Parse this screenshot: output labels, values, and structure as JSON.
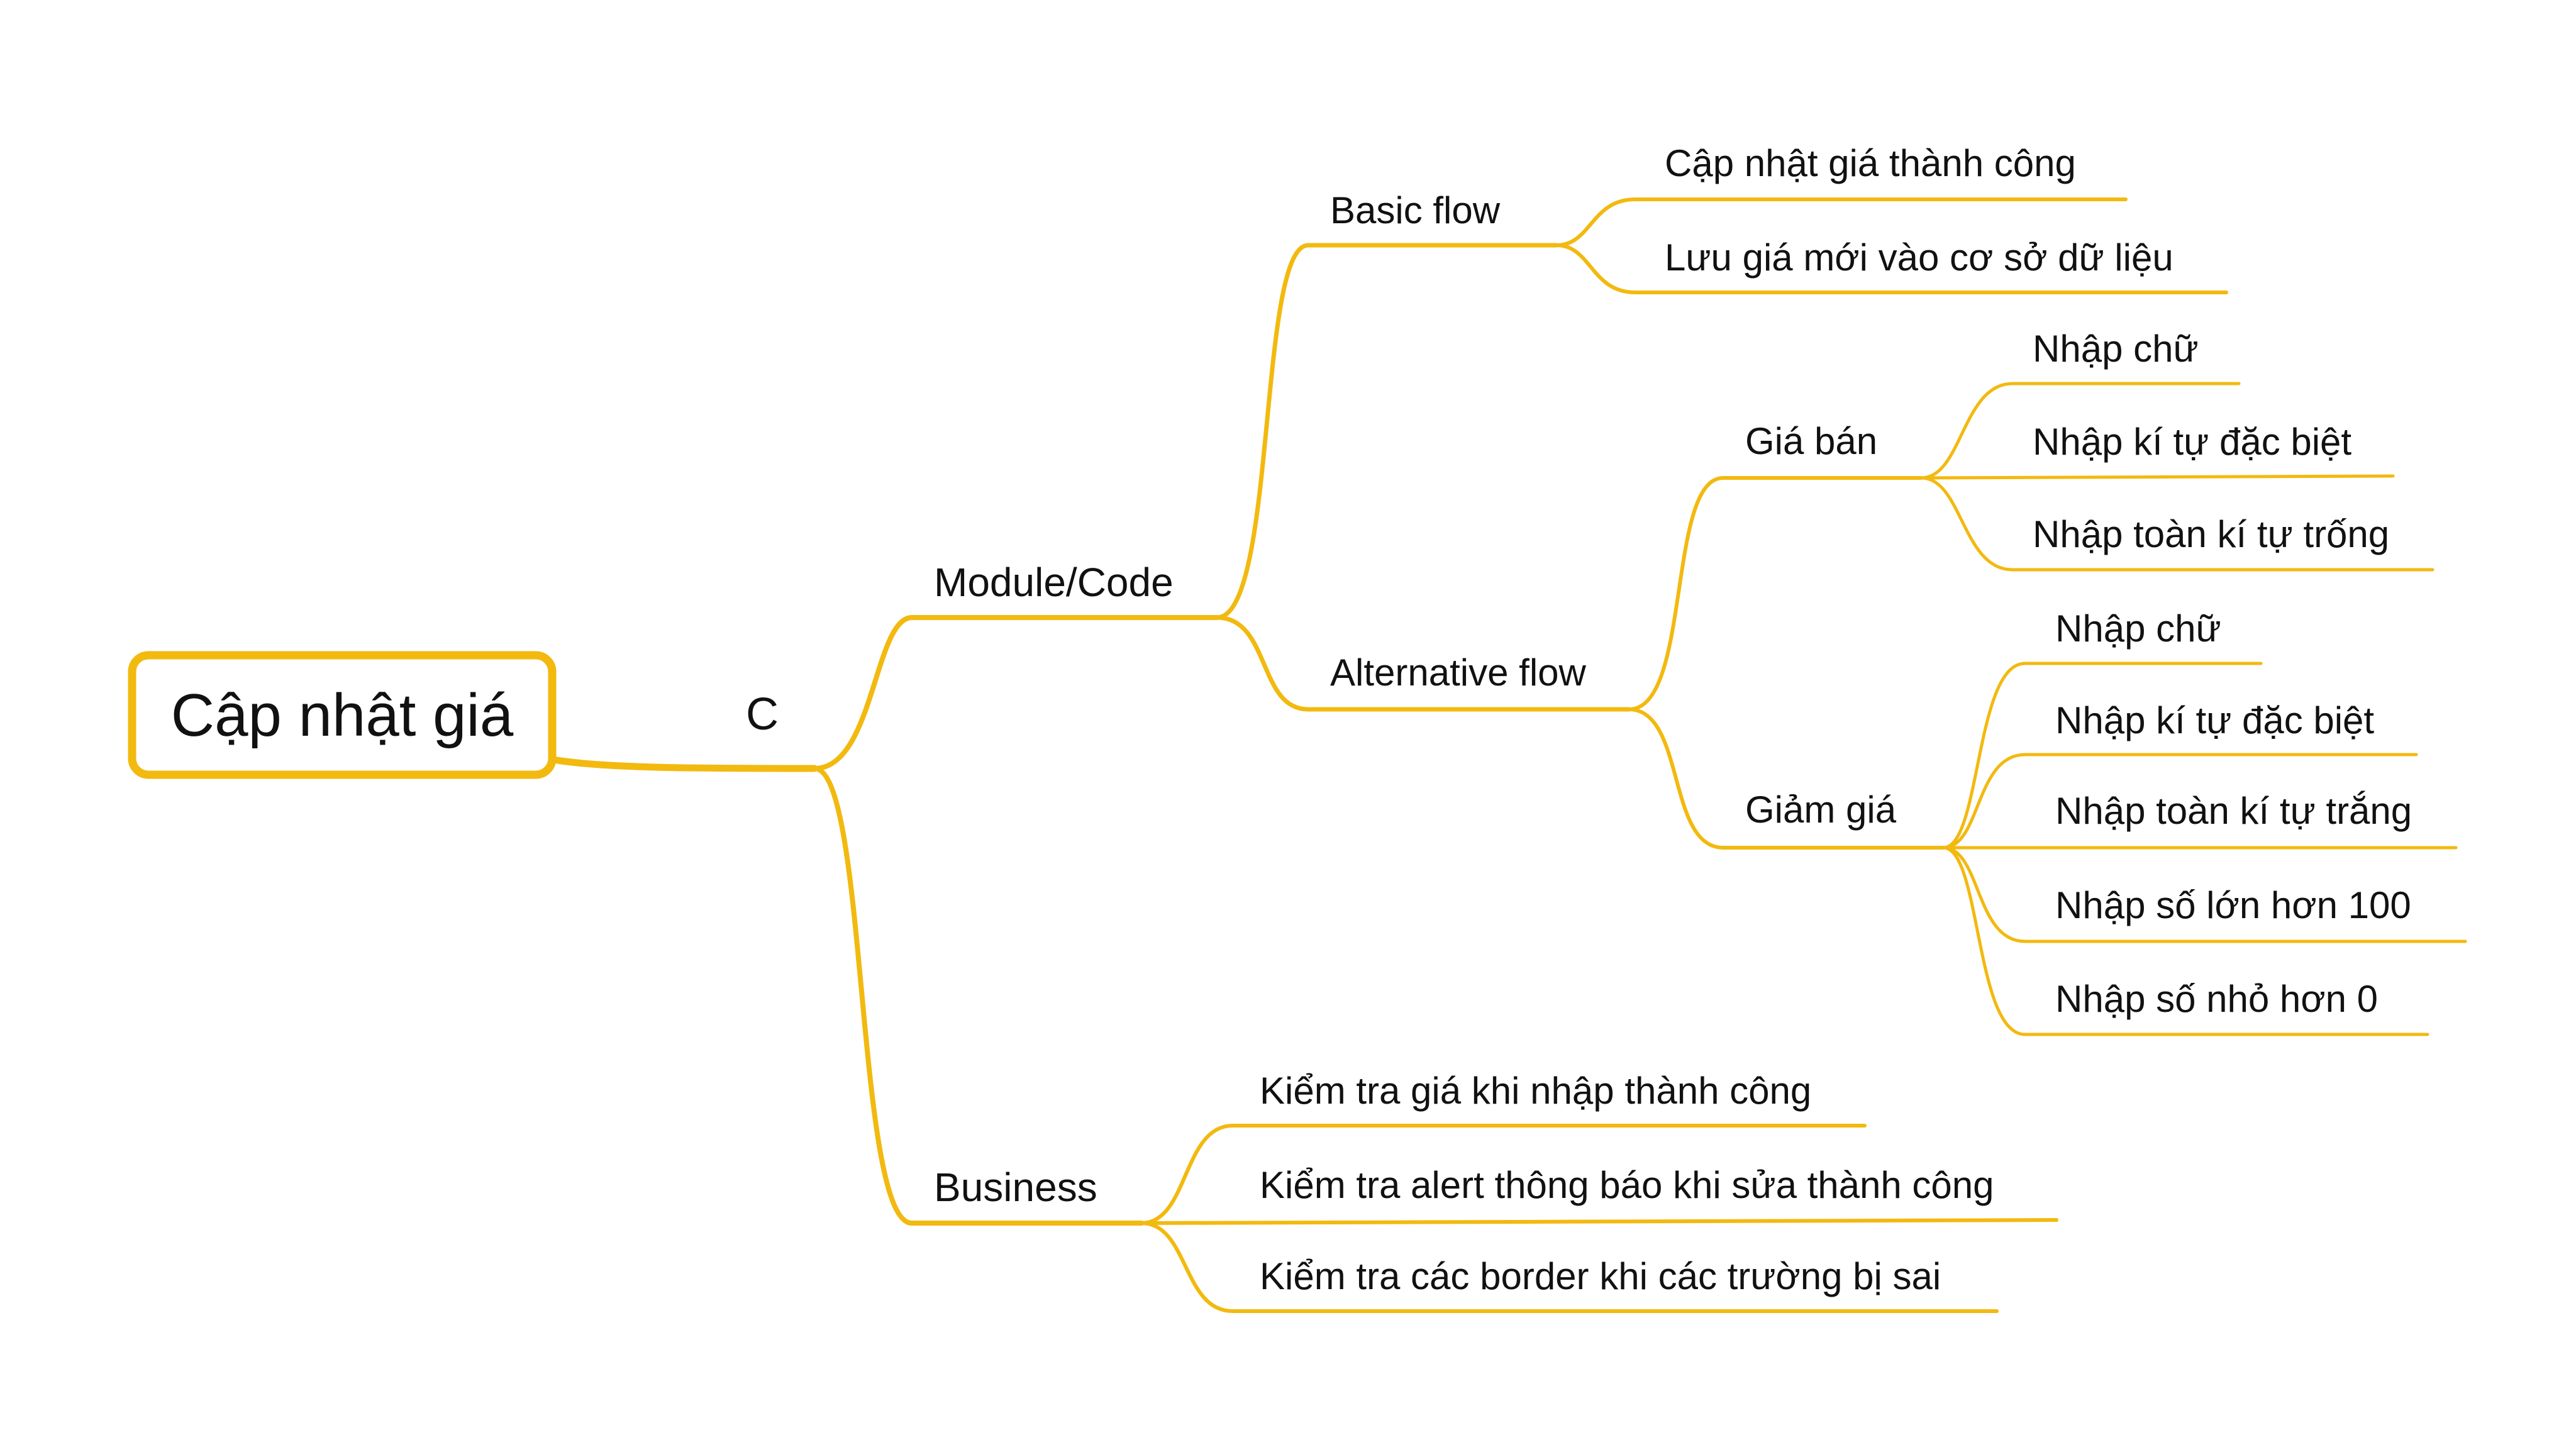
{
  "theme": {
    "line_color": "#F2B90F",
    "text_color": "#111111",
    "background": "#FFFFFF"
  },
  "root": {
    "label": "Cập nhật giá"
  },
  "hub": {
    "label": "C"
  },
  "module": {
    "label": "Module/Code",
    "basic": {
      "label": "Basic flow",
      "items": [
        "Cập nhật giá thành công",
        "Lưu giá mới vào cơ sở dữ liệu"
      ]
    },
    "alternative": {
      "label": "Alternative flow",
      "gia_ban": {
        "label": "Giá bán",
        "items": [
          "Nhập chữ",
          "Nhập kí tự đặc biệt",
          "Nhập toàn kí tự trống"
        ]
      },
      "giam_gia": {
        "label": "Giảm giá",
        "items": [
          "Nhập chữ",
          "Nhập kí tự đặc biệt",
          "Nhập toàn kí tự trắng",
          "Nhập số lớn hơn 100",
          "Nhập số nhỏ hơn 0"
        ]
      }
    }
  },
  "business": {
    "label": "Business",
    "items": [
      "Kiểm tra giá khi nhập thành công",
      "Kiểm tra alert thông báo khi sửa thành công",
      "Kiểm tra các border khi các trường bị sai"
    ]
  }
}
